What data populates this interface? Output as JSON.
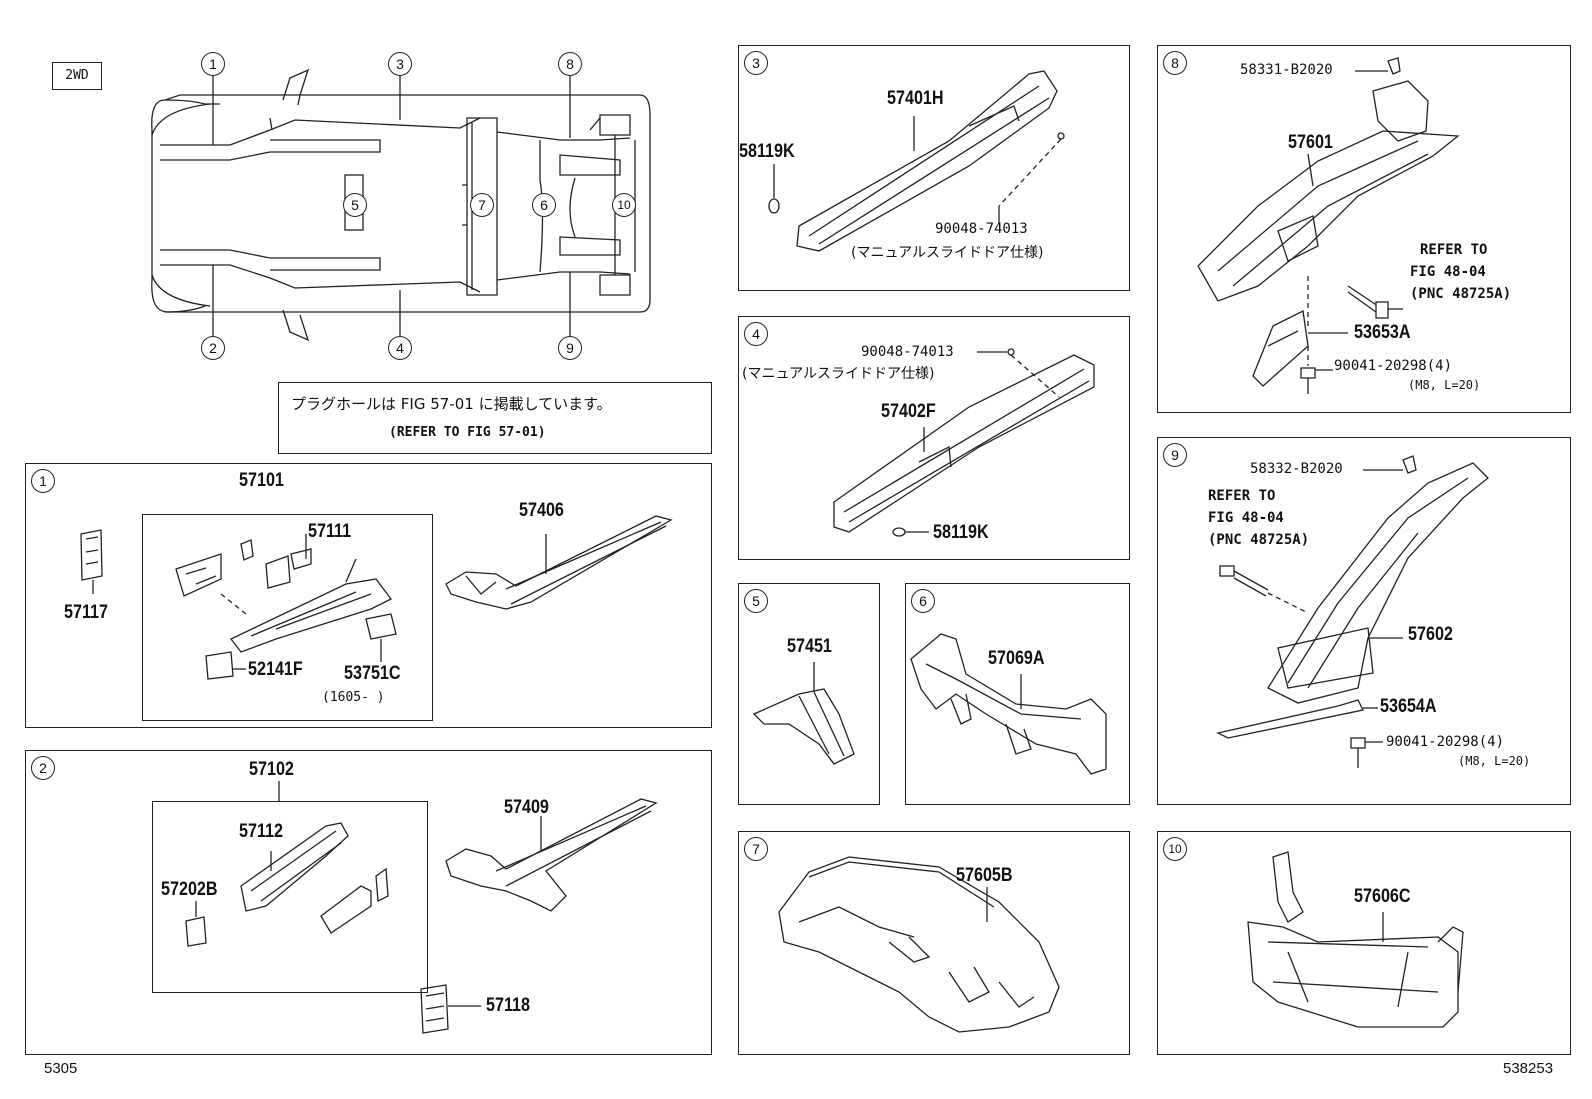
{
  "header": {
    "badge": "2WD"
  },
  "overview": {
    "callouts": [
      "1",
      "2",
      "3",
      "4",
      "5",
      "6",
      "7",
      "8",
      "9",
      "10"
    ]
  },
  "note": {
    "line1": "プラグホールは FIG 57-01 に掲載しています。",
    "line2": "(REFER TO FIG 57-01)"
  },
  "panels": {
    "p1": {
      "num": "1",
      "assy": "57101",
      "parts": [
        "57111",
        "52141F",
        "53751C",
        "57117",
        "57406"
      ],
      "range": "(1605-      )"
    },
    "p2": {
      "num": "2",
      "assy": "57102",
      "parts": [
        "57112",
        "57202B",
        "57409",
        "57118"
      ]
    },
    "p3": {
      "num": "3",
      "parts": [
        "57401H",
        "58119K",
        "90048-74013"
      ],
      "spec": "(マニュアルスライドドア仕様)"
    },
    "p4": {
      "num": "4",
      "parts": [
        "90048-74013",
        "57402F",
        "58119K"
      ],
      "spec": "(マニュアルスライドドア仕様)"
    },
    "p5": {
      "num": "5",
      "parts": [
        "57451"
      ]
    },
    "p6": {
      "num": "6",
      "parts": [
        "57069A"
      ]
    },
    "p7": {
      "num": "7",
      "parts": [
        "57605B"
      ]
    },
    "p8": {
      "num": "8",
      "parts": [
        "58331-B2020",
        "57601",
        "53653A",
        "90041-20298(4)"
      ],
      "refer": [
        "REFER TO",
        "FIG 48-04",
        "(PNC 48725A)"
      ],
      "size": "(M8, L=20)"
    },
    "p9": {
      "num": "9",
      "parts": [
        "58332-B2020",
        "57602",
        "53654A",
        "90041-20298(4)"
      ],
      "refer": [
        "REFER TO",
        "FIG 48-04",
        "(PNC 48725A)"
      ],
      "size": "(M8, L=20)"
    },
    "p10": {
      "num": "10",
      "parts": [
        "57606C"
      ]
    }
  },
  "footer": {
    "left": "5305",
    "right": "538253"
  }
}
